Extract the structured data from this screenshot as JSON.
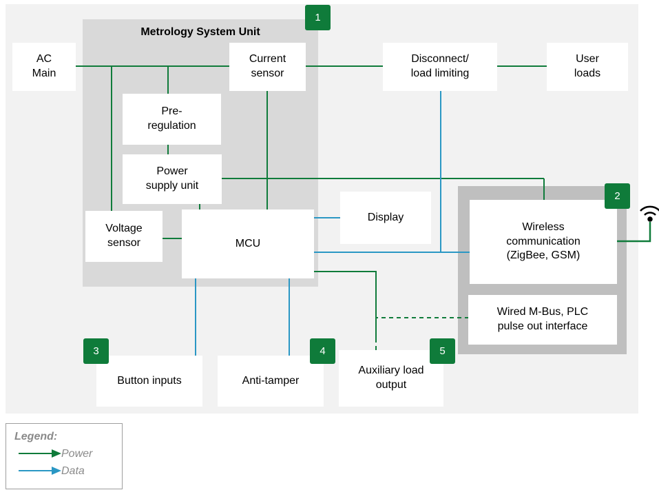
{
  "colors": {
    "power": "#0f7b3a",
    "data": "#2a97c4",
    "badge": "#0f7b3a",
    "msu_region": "#d9d9d9",
    "wireless_region": "#bfbfbf"
  },
  "regions": {
    "metrology_title": "Metrology System Unit"
  },
  "blocks": {
    "ac_main": "AC\nMain",
    "current_sensor": "Current\nsensor",
    "disconnect": "Disconnect/\nload limiting",
    "user_loads": "User\nloads",
    "pre_regulation": "Pre-\nregulation",
    "power_supply": "Power\nsupply unit",
    "voltage_sensor": "Voltage\nsensor",
    "mcu": "MCU",
    "display": "Display",
    "wireless": "Wireless\ncommunication\n(ZigBee, GSM)",
    "wired": "Wired M-Bus, PLC\npulse out interface",
    "button_inputs": "Button inputs",
    "anti_tamper": "Anti-tamper",
    "aux_load": "Auxiliary load\noutput"
  },
  "badges": [
    "1",
    "2",
    "3",
    "4",
    "5"
  ],
  "icons": {
    "antenna": "wireless-signal-icon"
  },
  "legend": {
    "title": "Legend:",
    "power_label": "Power",
    "data_label": "Data"
  }
}
